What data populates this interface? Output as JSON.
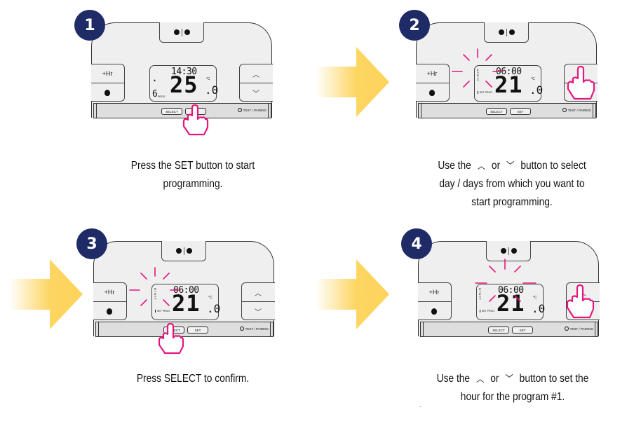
{
  "steps": [
    {
      "number": "1",
      "caption_line1": "Press the SET button to start",
      "caption_line2": "programming.",
      "lcd": {
        "time": "14:30",
        "temperature": "25",
        "decimal": ".0",
        "unit": "°C",
        "program_number": "6",
        "program_label": "PROG"
      },
      "highlight": "set-button",
      "blinking": false
    },
    {
      "number": "2",
      "caption_line1_pre": "Use the",
      "caption_line1_mid": "or",
      "caption_line1_post": "button to select",
      "caption_line2": "day / days from which you want to",
      "caption_line3": "start programming.",
      "lcd": {
        "time": "06:00",
        "temperature": "21",
        "decimal": ".0",
        "unit": "°C",
        "days": "MTWTF",
        "set_prog": "SET PROG"
      },
      "highlight": "up-button",
      "blinking": true,
      "blink_target": "days"
    },
    {
      "number": "3",
      "caption_line1": "Press SELECT to confirm.",
      "lcd": {
        "time": "06:00",
        "temperature": "21",
        "decimal": ".0",
        "unit": "°C",
        "days": "MTWTF",
        "set_prog": "SET PROG"
      },
      "highlight": "select-button",
      "blinking": true,
      "blink_target": "days"
    },
    {
      "number": "4",
      "caption_line1_pre": "Use the",
      "caption_line1_mid": "or",
      "caption_line1_post": "button to set the",
      "caption_line2": "hour for the program #1.",
      "lcd": {
        "time": "06:00",
        "temperature": "21",
        "decimal": ".0",
        "unit": "°C",
        "days": "MTWTF",
        "set_prog": "SET PROG"
      },
      "highlight": "up-button",
      "blinking": true,
      "blink_target": "hour"
    }
  ],
  "device": {
    "plus_hr_label": "+Hr",
    "up_symbol": "^",
    "down_symbol": "v",
    "select_label": "SELECT",
    "set_label": "SET",
    "test_pairing_label": "TEST / PAIRING"
  },
  "symbols": {
    "chevron_up": "︿",
    "chevron_down": "﹀"
  },
  "colors": {
    "badge": "#1f2b66",
    "accent_pink": "#e4177d",
    "arrow_yellow": "#fdd35a",
    "device_body": "#efefef",
    "device_bar": "#dedede"
  }
}
